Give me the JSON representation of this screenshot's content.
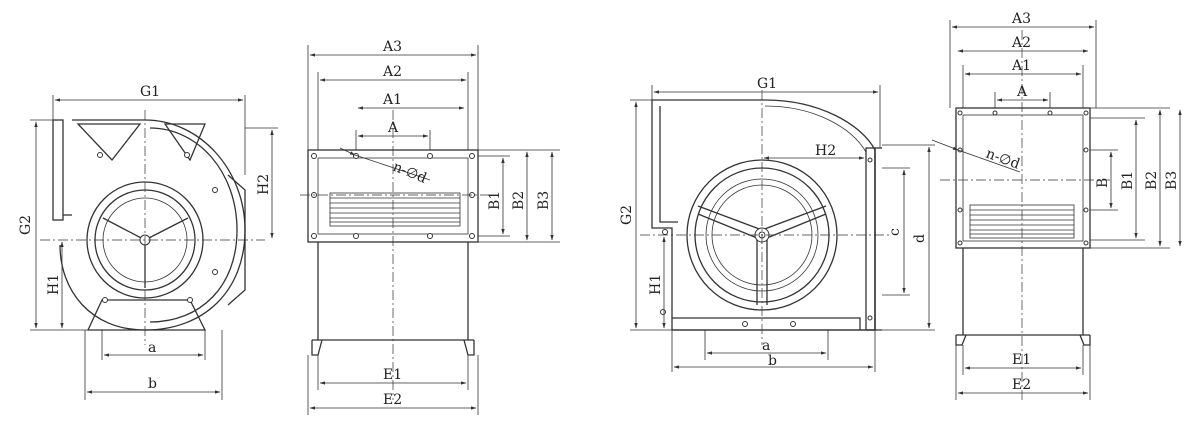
{
  "labels": {
    "G1": "G1",
    "G2": "G2",
    "H1": "H1",
    "H2": "H2",
    "A": "A",
    "A1": "A1",
    "A2": "A2",
    "A3": "A3",
    "B": "B",
    "B1": "B1",
    "B2": "B2",
    "B3": "B3",
    "E1": "E1",
    "E2": "E2",
    "a": "a",
    "b": "b",
    "c": "c",
    "d": "d",
    "nd": "n-∅d"
  }
}
